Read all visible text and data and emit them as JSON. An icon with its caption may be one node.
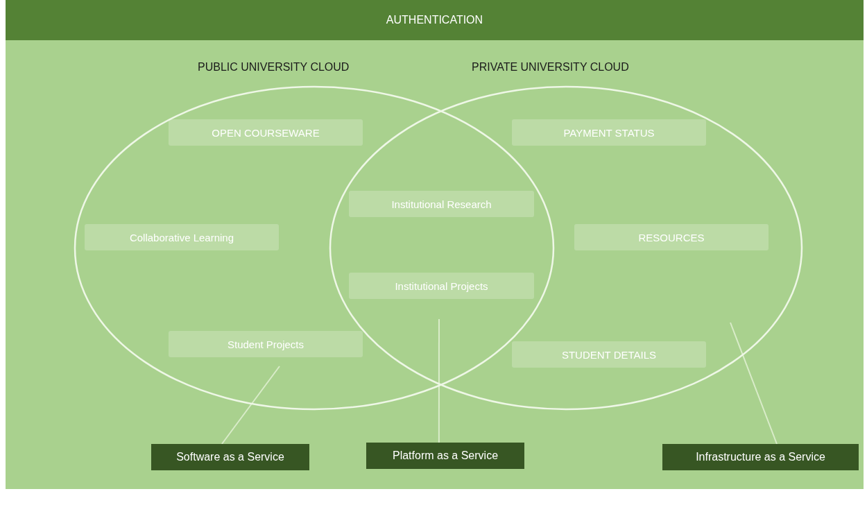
{
  "diagram": {
    "nodes": [
      {
        "text": [
          "AUTHENTICATION"
        ]
      },
      {
        "text": [
          "PUBLIC UNIVERSITY CLOUD"
        ]
      },
      {
        "text": [
          "PRIVATE UNIVERSITY CLOUD"
        ]
      },
      {
        "text": [
          "OPEN COURSEWARE"
        ],
        "in": 1
      },
      {
        "text": [
          "PAYMENT STATUS"
        ],
        "in": 2
      },
      {
        "text": [
          "Institutional Research"
        ]
      },
      {
        "text": [
          "Collaborative Learning"
        ],
        "in": 1
      },
      {
        "text": [
          "RESOURCES"
        ],
        "in": 2
      },
      {
        "text": [
          "Institutional Projects"
        ]
      },
      {
        "text": [
          "Student Projects"
        ],
        "in": 1
      },
      {
        "text": [
          "STUDENT DETAILS"
        ],
        "in": 2
      },
      {
        "text": [
          "Software as a Service"
        ]
      },
      {
        "text": [
          "Platform as a Service"
        ]
      },
      {
        "text": [
          "Infrastructure as a Service"
        ]
      }
    ],
    "edges": [
      {
        "from": 11,
        "to": 1,
        "arrow": "none"
      },
      {
        "from": 12,
        "to": null,
        "arrow": "none"
      },
      {
        "from": 13,
        "to": 2,
        "arrow": "none"
      }
    ]
  }
}
